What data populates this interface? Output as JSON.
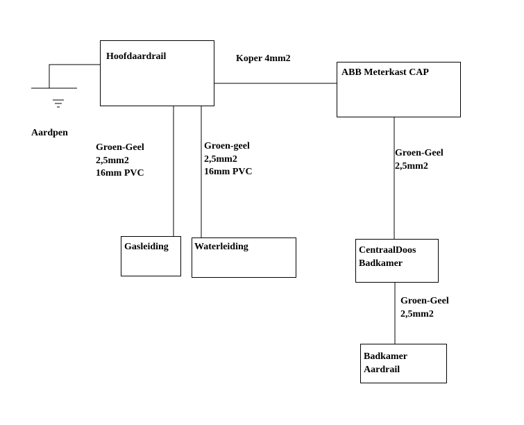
{
  "diagram": {
    "boxes": {
      "hoofdaardrail": "Hoofdaardrail",
      "meterkast": "ABB Meterkast CAP",
      "gasleiding": "Gasleiding",
      "waterleiding": "Waterleiding",
      "centraaldoos_line1": "CentraalDoos",
      "centraaldoos_line2": "Badkamer",
      "badkamer_aardrail_line1": "Badkamer",
      "badkamer_aardrail_line2": "Aardrail"
    },
    "labels": {
      "koper": "Koper 4mm2",
      "aardpen": "Aardpen",
      "gas_cable_1": "Groen-Geel",
      "gas_cable_2": "2,5mm2",
      "gas_cable_3": "16mm PVC",
      "water_cable_1": "Groen-geel",
      "water_cable_2": "2,5mm2",
      "water_cable_3": "16mm PVC",
      "meter_cable_1": "Groen-Geel",
      "meter_cable_2": "2,5mm2",
      "bath_cable_1": "Groen-Geel",
      "bath_cable_2": "2,5mm2"
    }
  }
}
